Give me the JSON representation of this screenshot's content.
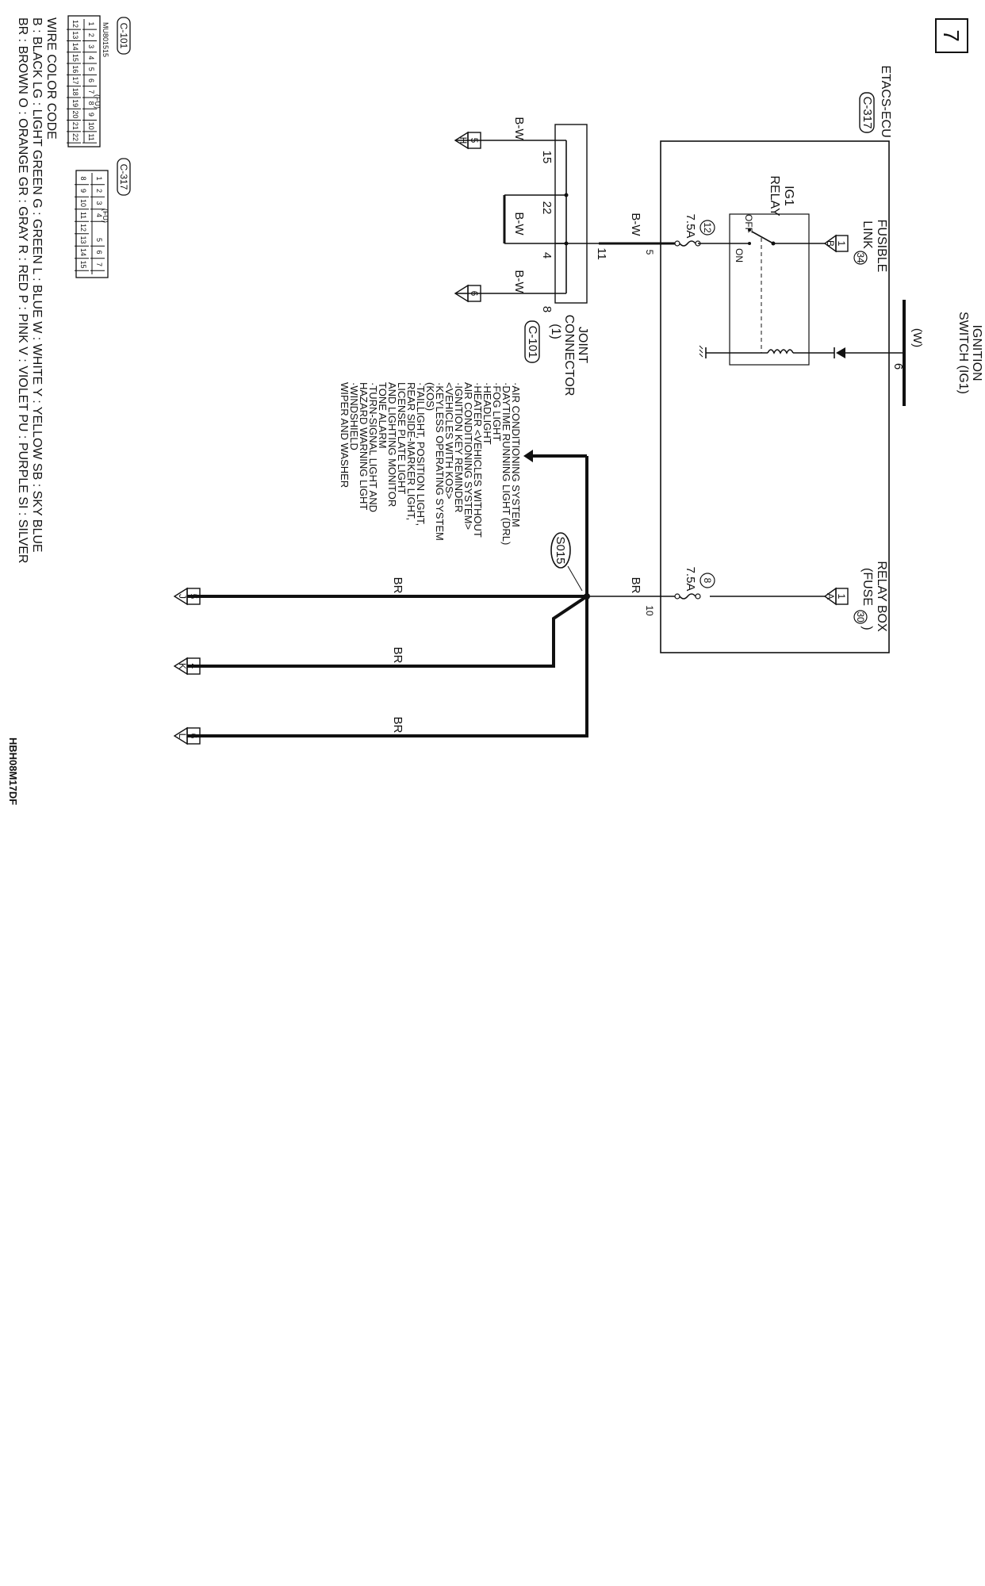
{
  "page": {
    "number": "7",
    "diagram_code": "HBH08M17DF"
  },
  "ignition_switch": {
    "line1": "IGNITION",
    "line2": "SWITCH (IG1)",
    "wire_color": "(W)",
    "pin": "6"
  },
  "etacs": {
    "name": "ETACS-ECU",
    "connector": "C-317"
  },
  "fusible_link": {
    "line1": "FUSIBLE",
    "line2": "LINK",
    "number": "34",
    "terminal": "B"
  },
  "relay_box": {
    "line1": "RELAY BOX",
    "line2": "(FUSE",
    "fuse_number": "30",
    "close": ")",
    "terminal": "A"
  },
  "ig1_relay": {
    "line1": "IG1",
    "line2": "RELAY",
    "off": "OFF",
    "on": "ON"
  },
  "fuse12": {
    "number": "12",
    "rating": "7.5A"
  },
  "fuse8": {
    "number": "8",
    "rating": "7.5A"
  },
  "wires": {
    "bw": "B-W",
    "br": "BR"
  },
  "ecu_pins": {
    "p5": "5",
    "p10": "10"
  },
  "joint_connector": {
    "line1": "JOINT",
    "line2": "CONNECTOR",
    "line3": "(1)",
    "connector": "C-101",
    "pins": [
      "15",
      "22",
      "11",
      "4",
      "8"
    ]
  },
  "splice": "S015",
  "destinations": [
    {
      "terminal": "H",
      "page": "5"
    },
    {
      "terminal": "I",
      "page": "6"
    },
    {
      "terminal": "J",
      "page": "5"
    },
    {
      "terminal": "K",
      "page": "4"
    },
    {
      "terminal": "L",
      "page": "6"
    }
  ],
  "systems": [
    "·AIR CONDITIONING SYSTEM",
    "·DAYTIME RUNNING LIGHT (DRL)",
    "·FOG LIGHT",
    "·HEADLIGHT",
    "·HEATER <VEHICLES WITHOUT",
    "  AIR CONDITIONING SYSTEM>",
    "·IGNITION KEY REMINDER",
    "  <VEHICLES WITH KOS>",
    "·KEYLESS OPERATING SYSTEM",
    "  (KOS)",
    "·TAILLIGHT, POSITION LIGHT,",
    "  REAR SIDE-MARKER LIGHT,",
    "  LICENSE PLATE LIGHT",
    "  AND LIGHTING MONITOR",
    "  TONE ALARM",
    "·TURN-SIGNAL LIGHT AND",
    "  HAZARD WARNING LIGHT",
    "·WINDSHIELD",
    "  WIPER AND WASHER"
  ],
  "connector_views": {
    "c101": {
      "label": "C-101",
      "part_no": "MU801515",
      "tag": "(FU)",
      "row1": [
        "1",
        "2",
        "3",
        "4",
        "5",
        "6",
        "7",
        "8",
        "9",
        "10",
        "11"
      ],
      "row2": [
        "12",
        "13",
        "14",
        "15",
        "16",
        "17",
        "18",
        "19",
        "20",
        "21",
        "22"
      ]
    },
    "c317": {
      "label": "C-317",
      "tag": "(FU)",
      "row1": [
        "1",
        "2",
        "3",
        "4",
        "",
        "5",
        "6",
        "7"
      ],
      "row2": [
        "8",
        "9",
        "10",
        "11",
        "12",
        "13",
        "14",
        "15"
      ]
    }
  },
  "wire_color_code": {
    "title": "WIRE COLOR CODE",
    "row1": "B : BLACK    LG : LIGHT GREEN    G : GREEN    L : BLUE    W : WHITE    Y : YELLOW    SB : SKY BLUE",
    "row2": "BR : BROWN    O : ORANGE    GR : GRAY    R : RED    P : PINK    V : VIOLET    PU : PURPLE    SI : SILVER"
  }
}
